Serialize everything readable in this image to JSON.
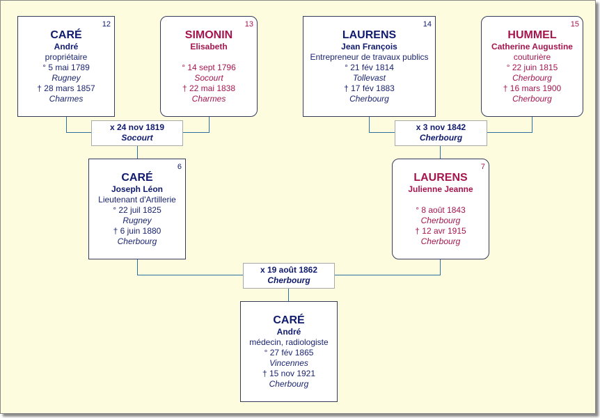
{
  "persons": {
    "p12": {
      "number": "12",
      "surname": "CARÉ",
      "given": "André",
      "occupation": "propriétaire",
      "birth_date": "° 5 mai 1789",
      "birth_place": "Rugney",
      "death_date": "† 28 mars 1857",
      "death_place": "Charmes"
    },
    "p13": {
      "number": "13",
      "surname": "SIMONIN",
      "given": "Elisabeth",
      "occupation": "",
      "birth_date": "° 14 sept 1796",
      "birth_place": "Socourt",
      "death_date": "† 22 mai 1838",
      "death_place": "Charmes"
    },
    "p14": {
      "number": "14",
      "surname": "LAURENS",
      "given": "Jean François",
      "occupation": "Entrepreneur de travaux publics",
      "birth_date": "° 21 fév 1814",
      "birth_place": "Tollevast",
      "death_date": "† 17 fév 1883",
      "death_place": "Cherbourg"
    },
    "p15": {
      "number": "15",
      "surname": "HUMMEL",
      "given": "Catherine Augustine",
      "occupation": "couturière",
      "birth_date": "° 22 juin 1815",
      "birth_place": "Cherbourg",
      "death_date": "† 16 mars 1900",
      "death_place": "Cherbourg"
    },
    "p6": {
      "number": "6",
      "surname": "CARÉ",
      "given": "Joseph Léon",
      "occupation": "Lieutenant d'Artillerie",
      "birth_date": "° 22 juil 1825",
      "birth_place": "Rugney",
      "death_date": "† 6 juin 1880",
      "death_place": "Cherbourg"
    },
    "p7": {
      "number": "7",
      "surname": "LAURENS",
      "given": "Julienne Jeanne",
      "occupation": "",
      "birth_date": "° 8 août 1843",
      "birth_place": "Cherbourg",
      "death_date": "† 12 avr 1915",
      "death_place": "Cherbourg"
    },
    "p3": {
      "number": "",
      "surname": "CARÉ",
      "given": "André",
      "occupation": "médecin, radiologiste",
      "birth_date": "° 27 fév 1865",
      "birth_place": "Vincennes",
      "death_date": "† 15 nov 1921",
      "death_place": "Cherbourg"
    }
  },
  "marriages": {
    "m12_13": {
      "date": "x 24 nov 1819",
      "place": "Socourt"
    },
    "m14_15": {
      "date": "x 3 nov 1842",
      "place": "Cherbourg"
    },
    "m6_7": {
      "date": "x 19 août 1862",
      "place": "Cherbourg"
    }
  },
  "colors": {
    "background": "#fdfcdf",
    "male": "#0f1a6e",
    "female": "#a4154e",
    "connector": "#2a6f9e"
  }
}
